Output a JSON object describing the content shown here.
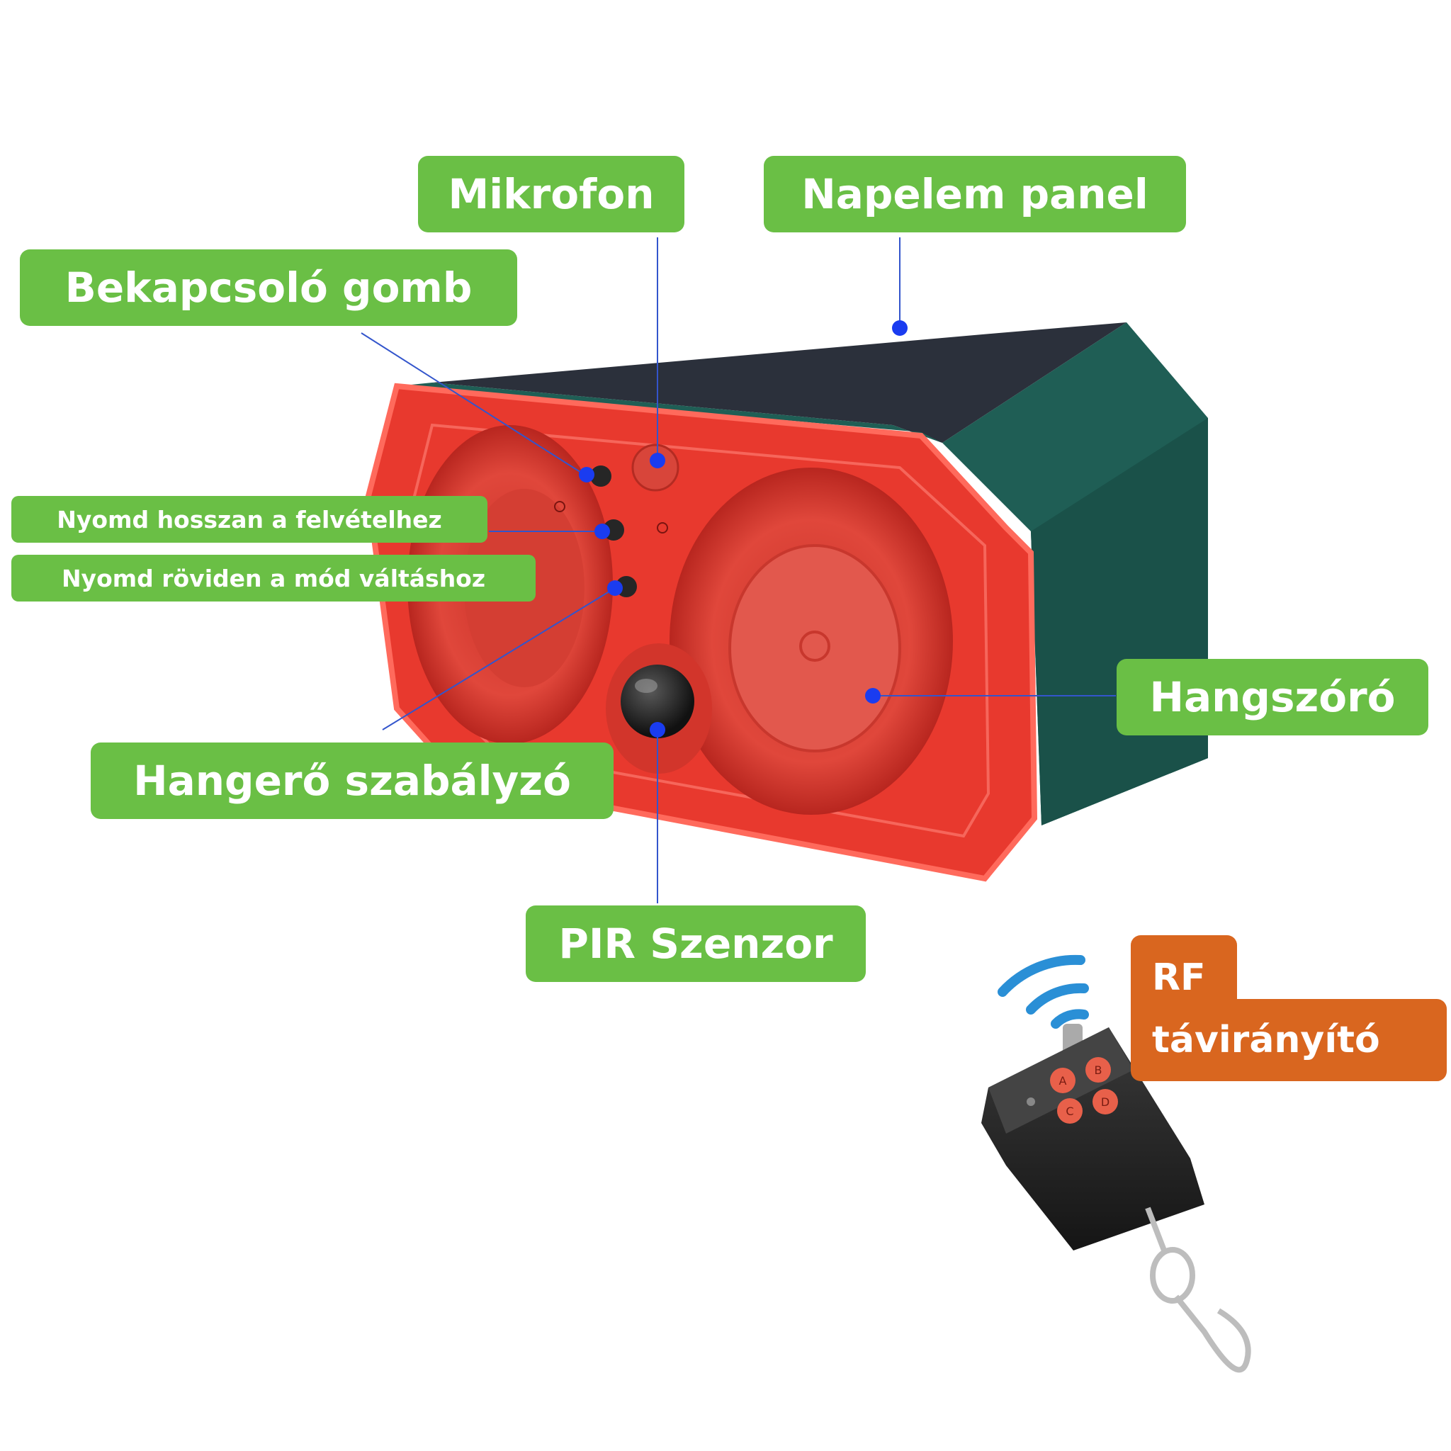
{
  "labels": {
    "mikrofon": "Mikrofon",
    "napelem": "Napelem panel",
    "bekapcsolo": "Bekapcsoló gomb",
    "hosszan": "Nyomd hosszan a felvételhez",
    "roviden": "Nyomd röviden a mód váltáshoz",
    "hangszoro": "Hangszóró",
    "hangero": "Hangerő szabályzó",
    "pir": "PIR Szenzor",
    "rf_line1": "RF",
    "rf_line2": "távirányító"
  },
  "remote_buttons": [
    "A",
    "B",
    "C",
    "D"
  ],
  "colors": {
    "label_bg": "#6abf45",
    "rf_label_bg": "#d9661f",
    "device_front": "#e8392e",
    "device_body": "#1f5e55",
    "solar_panel": "#2e3440",
    "pointer_line": "#3355cc",
    "pointer_dot": "#1a3cf0",
    "wifi": "#2a8fd6",
    "remote": "#2a2a2a",
    "remote_button": "#e8604a"
  },
  "icons": [
    "wifi-signal-icon",
    "keychain-ring-icon"
  ]
}
